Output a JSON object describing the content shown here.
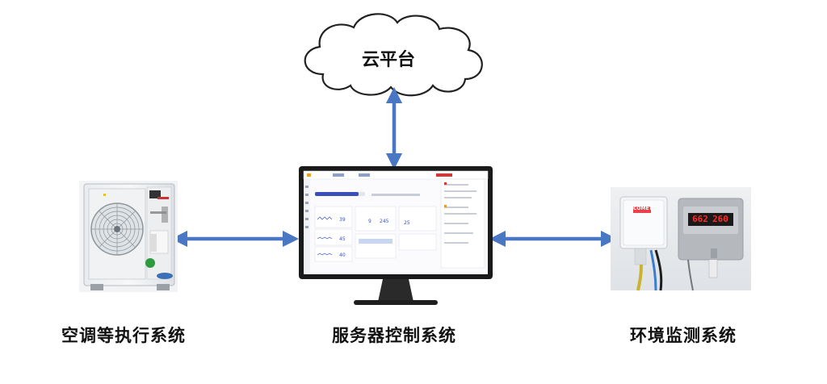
{
  "cloud": {
    "label": "云平台"
  },
  "nodes": {
    "ac": {
      "label": "空调等执行系统",
      "icon": "ac-outdoor-unit-icon"
    },
    "server": {
      "label": "服务器控制系统",
      "icon": "monitor-dashboard-icon"
    },
    "env": {
      "label": "环境监测系统",
      "icon": "sensor-devices-icon"
    }
  },
  "sensor": {
    "display_left": "662",
    "display_right": "260",
    "brand": "COMET"
  },
  "colors": {
    "arrow": "#4a77c4",
    "display_red": "#e8202a"
  }
}
